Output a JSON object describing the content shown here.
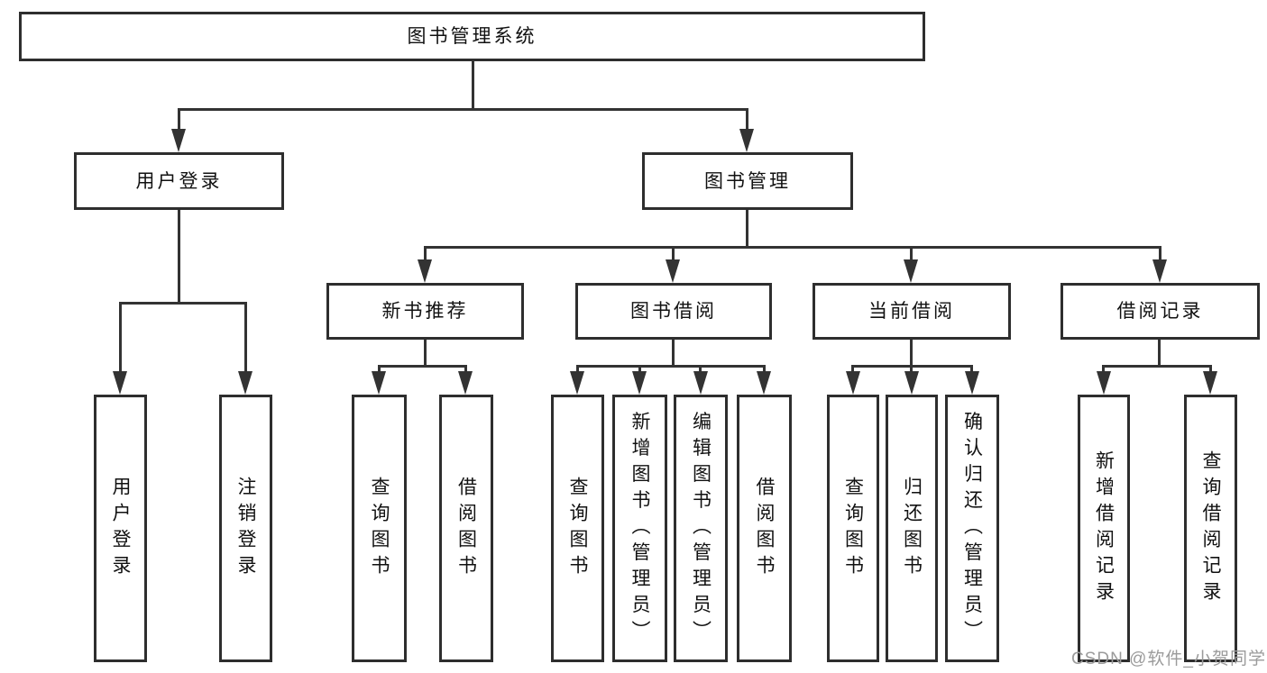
{
  "diagram": {
    "root": {
      "label": "图书管理系统"
    },
    "level2": [
      {
        "label": "用户登录",
        "children": [
          {
            "label": "用户登录"
          },
          {
            "label": "注销登录"
          }
        ]
      },
      {
        "label": "图书管理",
        "children": [
          {
            "label": "新书推荐",
            "children": [
              {
                "label": "查询图书"
              },
              {
                "label": "借阅图书"
              }
            ]
          },
          {
            "label": "图书借阅",
            "children": [
              {
                "label": "查询图书"
              },
              {
                "label": "新增图书（管理员）"
              },
              {
                "label": "编辑图书（管理员）"
              },
              {
                "label": "借阅图书"
              }
            ]
          },
          {
            "label": "当前借阅",
            "children": [
              {
                "label": "查询图书"
              },
              {
                "label": "归还图书"
              },
              {
                "label": "确认归还（管理员）"
              }
            ]
          },
          {
            "label": "借阅记录",
            "children": [
              {
                "label": "新增借阅记录"
              },
              {
                "label": "查询借阅记录"
              }
            ]
          }
        ]
      }
    ]
  },
  "watermark": {
    "text": "CSDN @软件_小贺同学"
  },
  "colors": {
    "line": "#333333",
    "border": "#2e2e2e",
    "fill": "#ffffff",
    "text": "#111111",
    "background": "#ffffff",
    "watermark": "#9b9b9b"
  }
}
